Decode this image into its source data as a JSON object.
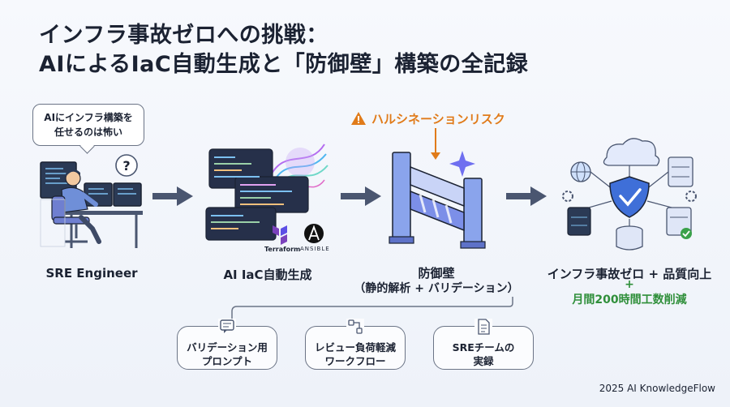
{
  "title": {
    "line1": "インフラ事故ゼロへの挑戦：",
    "line2": "AIによるIaC自動生成と「防御壁」構築の全記録"
  },
  "bubble": {
    "line1": "AIにインフラ構築を",
    "line2": "任せるのは怖い"
  },
  "stages": {
    "engineer": {
      "label": "SRE Engineer"
    },
    "ai": {
      "label": "AI IaC自動生成",
      "logos": {
        "terraform": "Terraform",
        "ansible": "ANSIBLE"
      }
    },
    "wall": {
      "label": "防御壁",
      "sub": "（静的解析 + バリデーション）"
    },
    "result": {
      "label": "インフラ事故ゼロ + 品質向上",
      "plus": "+",
      "sub": "月間200時間工数削減"
    }
  },
  "warning": {
    "text": "ハルシネーションリスク"
  },
  "pills": [
    {
      "line1": "バリデーション用",
      "line2": "プロンプト",
      "icon": "chat-icon"
    },
    {
      "line1": "レビュー負荷軽減",
      "line2": "ワークフロー",
      "icon": "workflow-icon"
    },
    {
      "line1": "SREチームの",
      "line2": "実録",
      "icon": "document-icon"
    }
  ],
  "footer": {
    "text": "2025 AI KnowledgeFlow"
  },
  "colors": {
    "accent_orange": "#e07b1a",
    "accent_green": "#2f8f3a",
    "arrow": "#4a5670",
    "blue": "#3f6fd8"
  }
}
